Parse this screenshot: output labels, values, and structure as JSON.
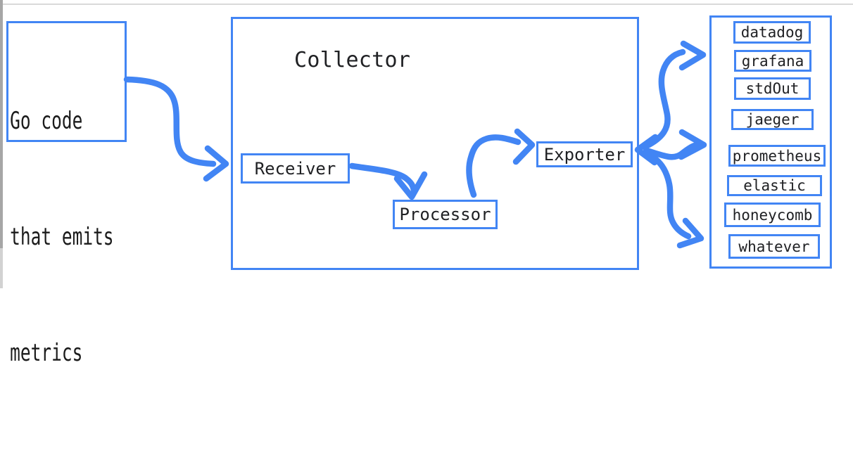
{
  "chrome": {
    "scrollbar": "vertical-scrollbar"
  },
  "diagram": {
    "source": {
      "lines": [
        "Go code",
        "that emits",
        "metrics"
      ]
    },
    "collector": {
      "title": "Collector",
      "receiver": "Receiver",
      "processor": "Processor",
      "exporter": "Exporter"
    },
    "destinations": [
      "datadog",
      "grafana",
      "stdOut",
      "jaeger",
      "prometheus",
      "elastic",
      "honeycomb",
      "whatever"
    ],
    "colors": {
      "accent": "#4285f4",
      "text": "#202124",
      "scrollbar_thumb": "#a6a6a6",
      "top_rule": "#d9d9d9"
    }
  }
}
